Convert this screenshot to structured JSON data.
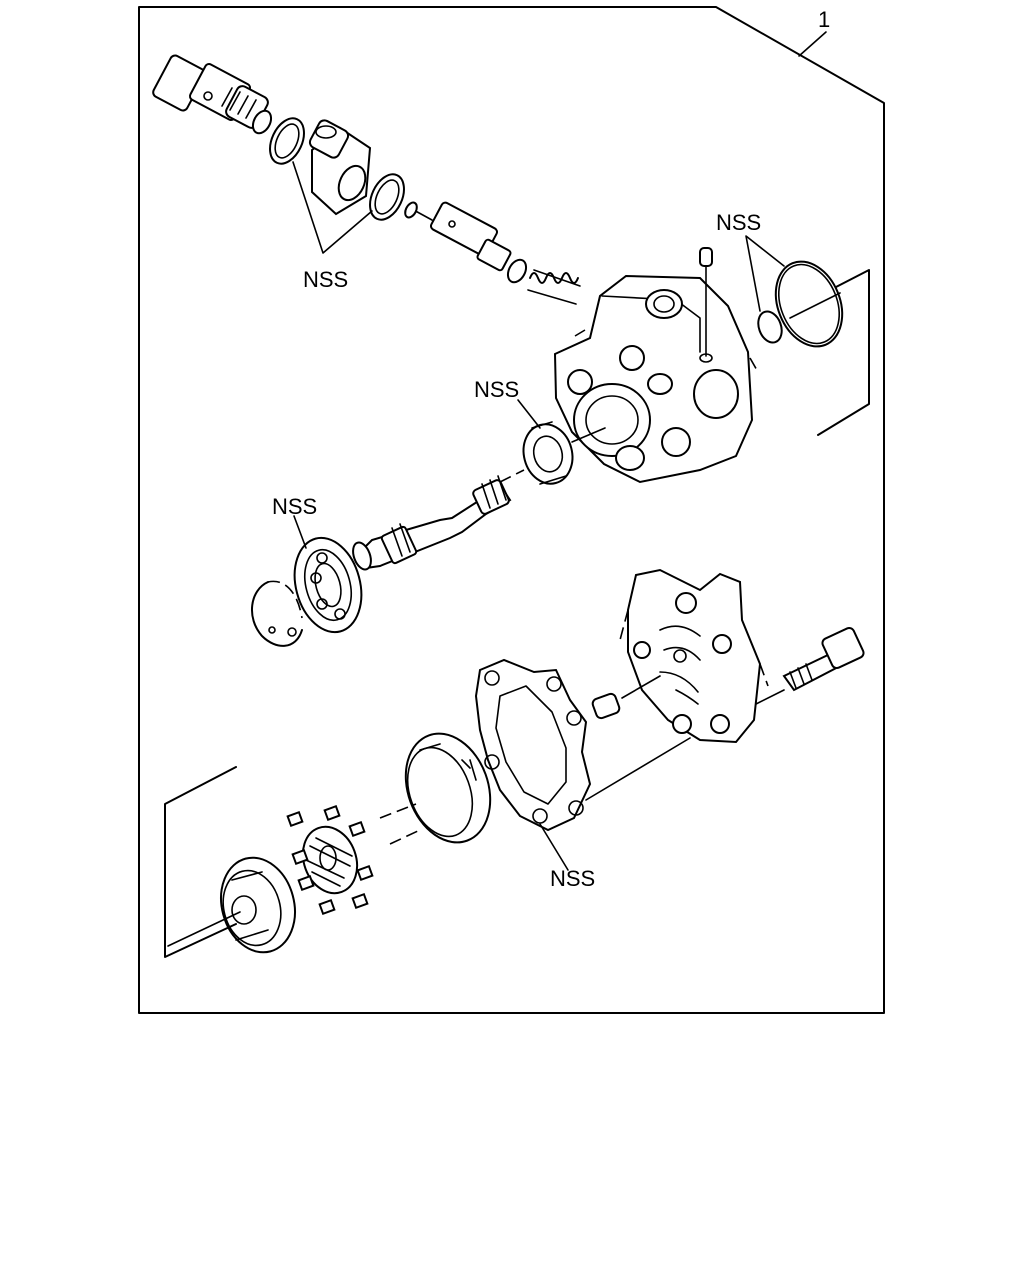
{
  "callouts": {
    "item_number": "1",
    "labels": [
      "NSS",
      "NSS",
      "NSS",
      "NSS",
      "NSS"
    ]
  }
}
